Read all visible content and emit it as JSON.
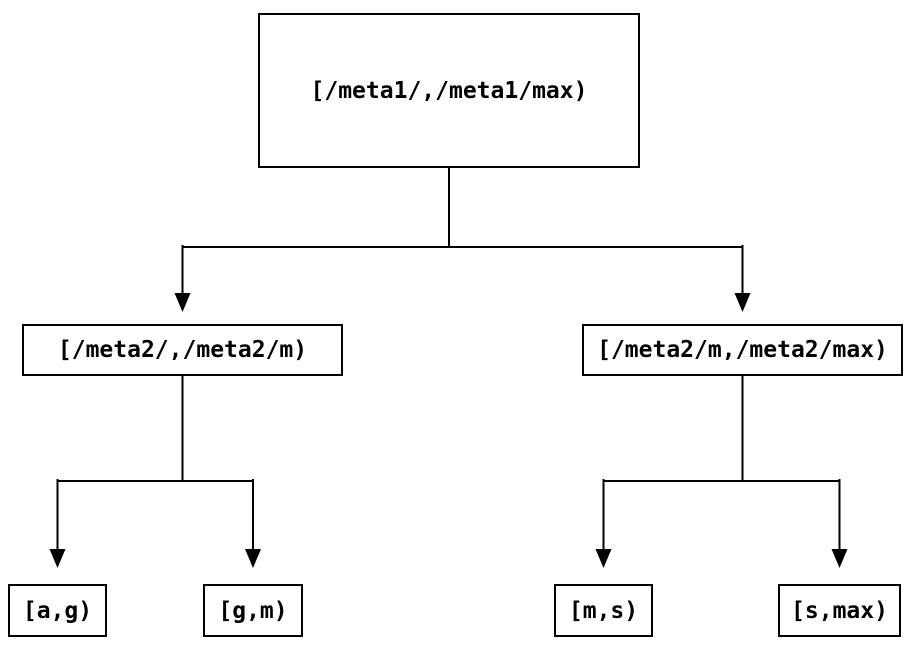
{
  "diagram": {
    "title": "interval-partition-tree",
    "colors": {
      "line": "#000000",
      "node_background": "#ffffff",
      "text": "#000000"
    },
    "root": {
      "label": "[/meta1/,/meta1/max)"
    },
    "level2": [
      {
        "label": "[/meta2/,/meta2/m)"
      },
      {
        "label": "[/meta2/m,/meta2/max)"
      }
    ],
    "leaves": [
      {
        "label": "[a,g)"
      },
      {
        "label": "[g,m)"
      },
      {
        "label": "[m,s)"
      },
      {
        "label": "[s,max)"
      }
    ]
  }
}
